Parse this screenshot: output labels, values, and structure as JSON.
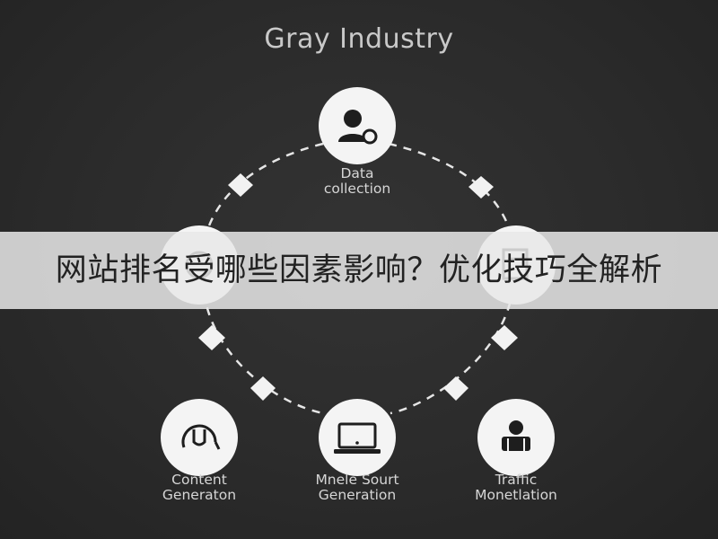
{
  "diagram": {
    "title": "Gray Industry",
    "nodes": [
      {
        "id": "data",
        "lines": [
          "Data",
          "collection"
        ],
        "icon": "user-icon"
      },
      {
        "id": "left",
        "lines": [],
        "icon": "circle-icon"
      },
      {
        "id": "right",
        "lines": [],
        "icon": "document-icon"
      },
      {
        "id": "content",
        "lines": [
          "Content",
          "Generaton"
        ],
        "icon": "refresh-icon"
      },
      {
        "id": "middle",
        "lines": [
          "Mnele Sourt",
          "Generation"
        ],
        "icon": "laptop-icon"
      },
      {
        "id": "traffic",
        "lines": [
          "Traffic",
          "Monetlation"
        ],
        "icon": "person-icon"
      }
    ]
  },
  "banner": {
    "text": "网站排名受哪些因素影响？优化技巧全解析"
  },
  "colors": {
    "background": "#2b2b2b",
    "node_fill": "#f4f4f4",
    "dash": "#e6e6e6",
    "banner_bg": "#e8e8e8",
    "banner_text": "#222222"
  }
}
